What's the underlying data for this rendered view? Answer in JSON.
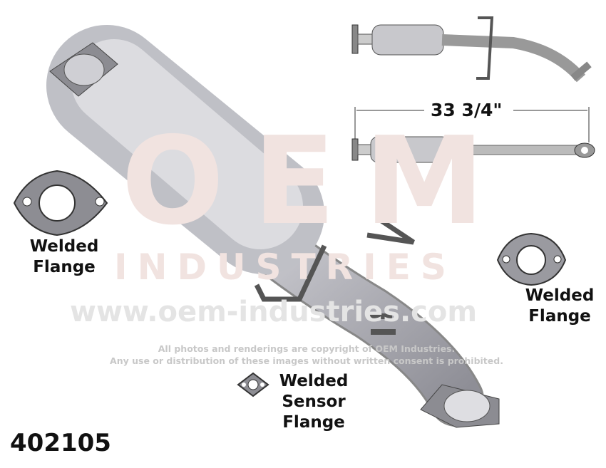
{
  "watermark": {
    "logo": "OEM",
    "company": "INDUSTRIES",
    "url": "www.oem-industries.com",
    "copyright_line1": "All photos and renderings are copyright of OEM Industries.",
    "copyright_line2": "Any use or distribution of these images without written consent is prohibited."
  },
  "labels": {
    "left_flange": [
      "Welded",
      "Flange"
    ],
    "right_flange": [
      "Welded",
      "Flange"
    ],
    "sensor_flange": [
      "Welded",
      "Sensor",
      "Flange"
    ]
  },
  "dimension": "33 3/4\"",
  "part_number": "402105"
}
